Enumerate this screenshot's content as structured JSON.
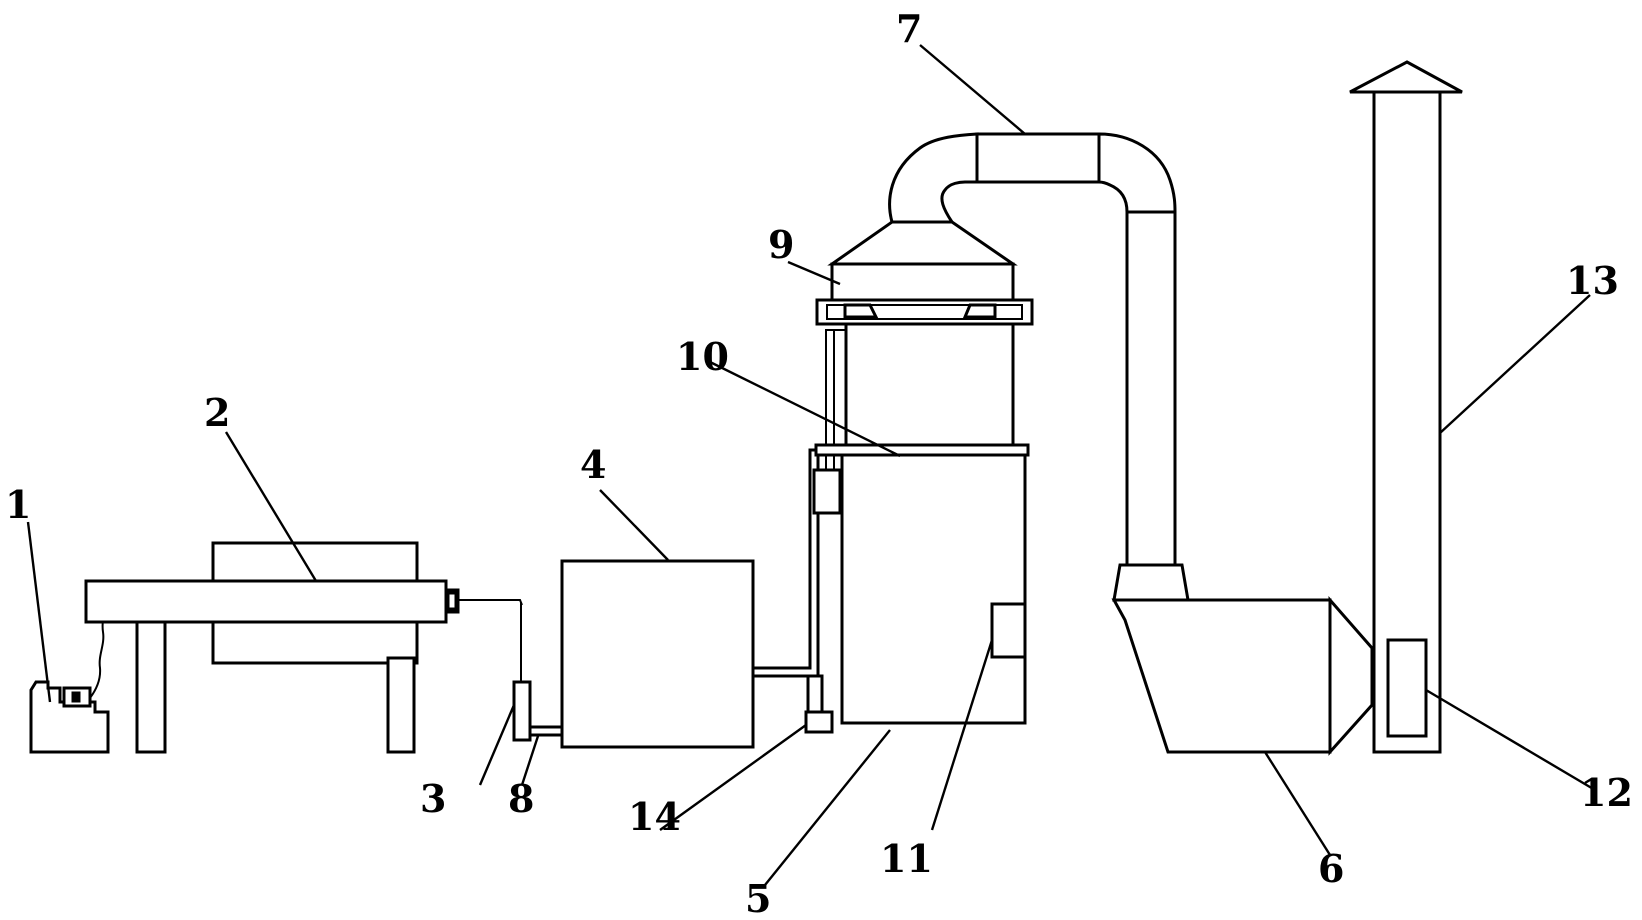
{
  "diagram": {
    "callouts": [
      {
        "id": "1",
        "label": "1"
      },
      {
        "id": "2",
        "label": "2"
      },
      {
        "id": "3",
        "label": "3"
      },
      {
        "id": "4",
        "label": "4"
      },
      {
        "id": "5",
        "label": "5"
      },
      {
        "id": "6",
        "label": "6"
      },
      {
        "id": "7",
        "label": "7"
      },
      {
        "id": "8",
        "label": "8"
      },
      {
        "id": "9",
        "label": "9"
      },
      {
        "id": "10",
        "label": "10"
      },
      {
        "id": "11",
        "label": "11"
      },
      {
        "id": "12",
        "label": "12"
      },
      {
        "id": "13",
        "label": "13"
      },
      {
        "id": "14",
        "label": "14"
      }
    ],
    "colors": {
      "stroke": "#000000",
      "background": "#ffffff"
    }
  }
}
